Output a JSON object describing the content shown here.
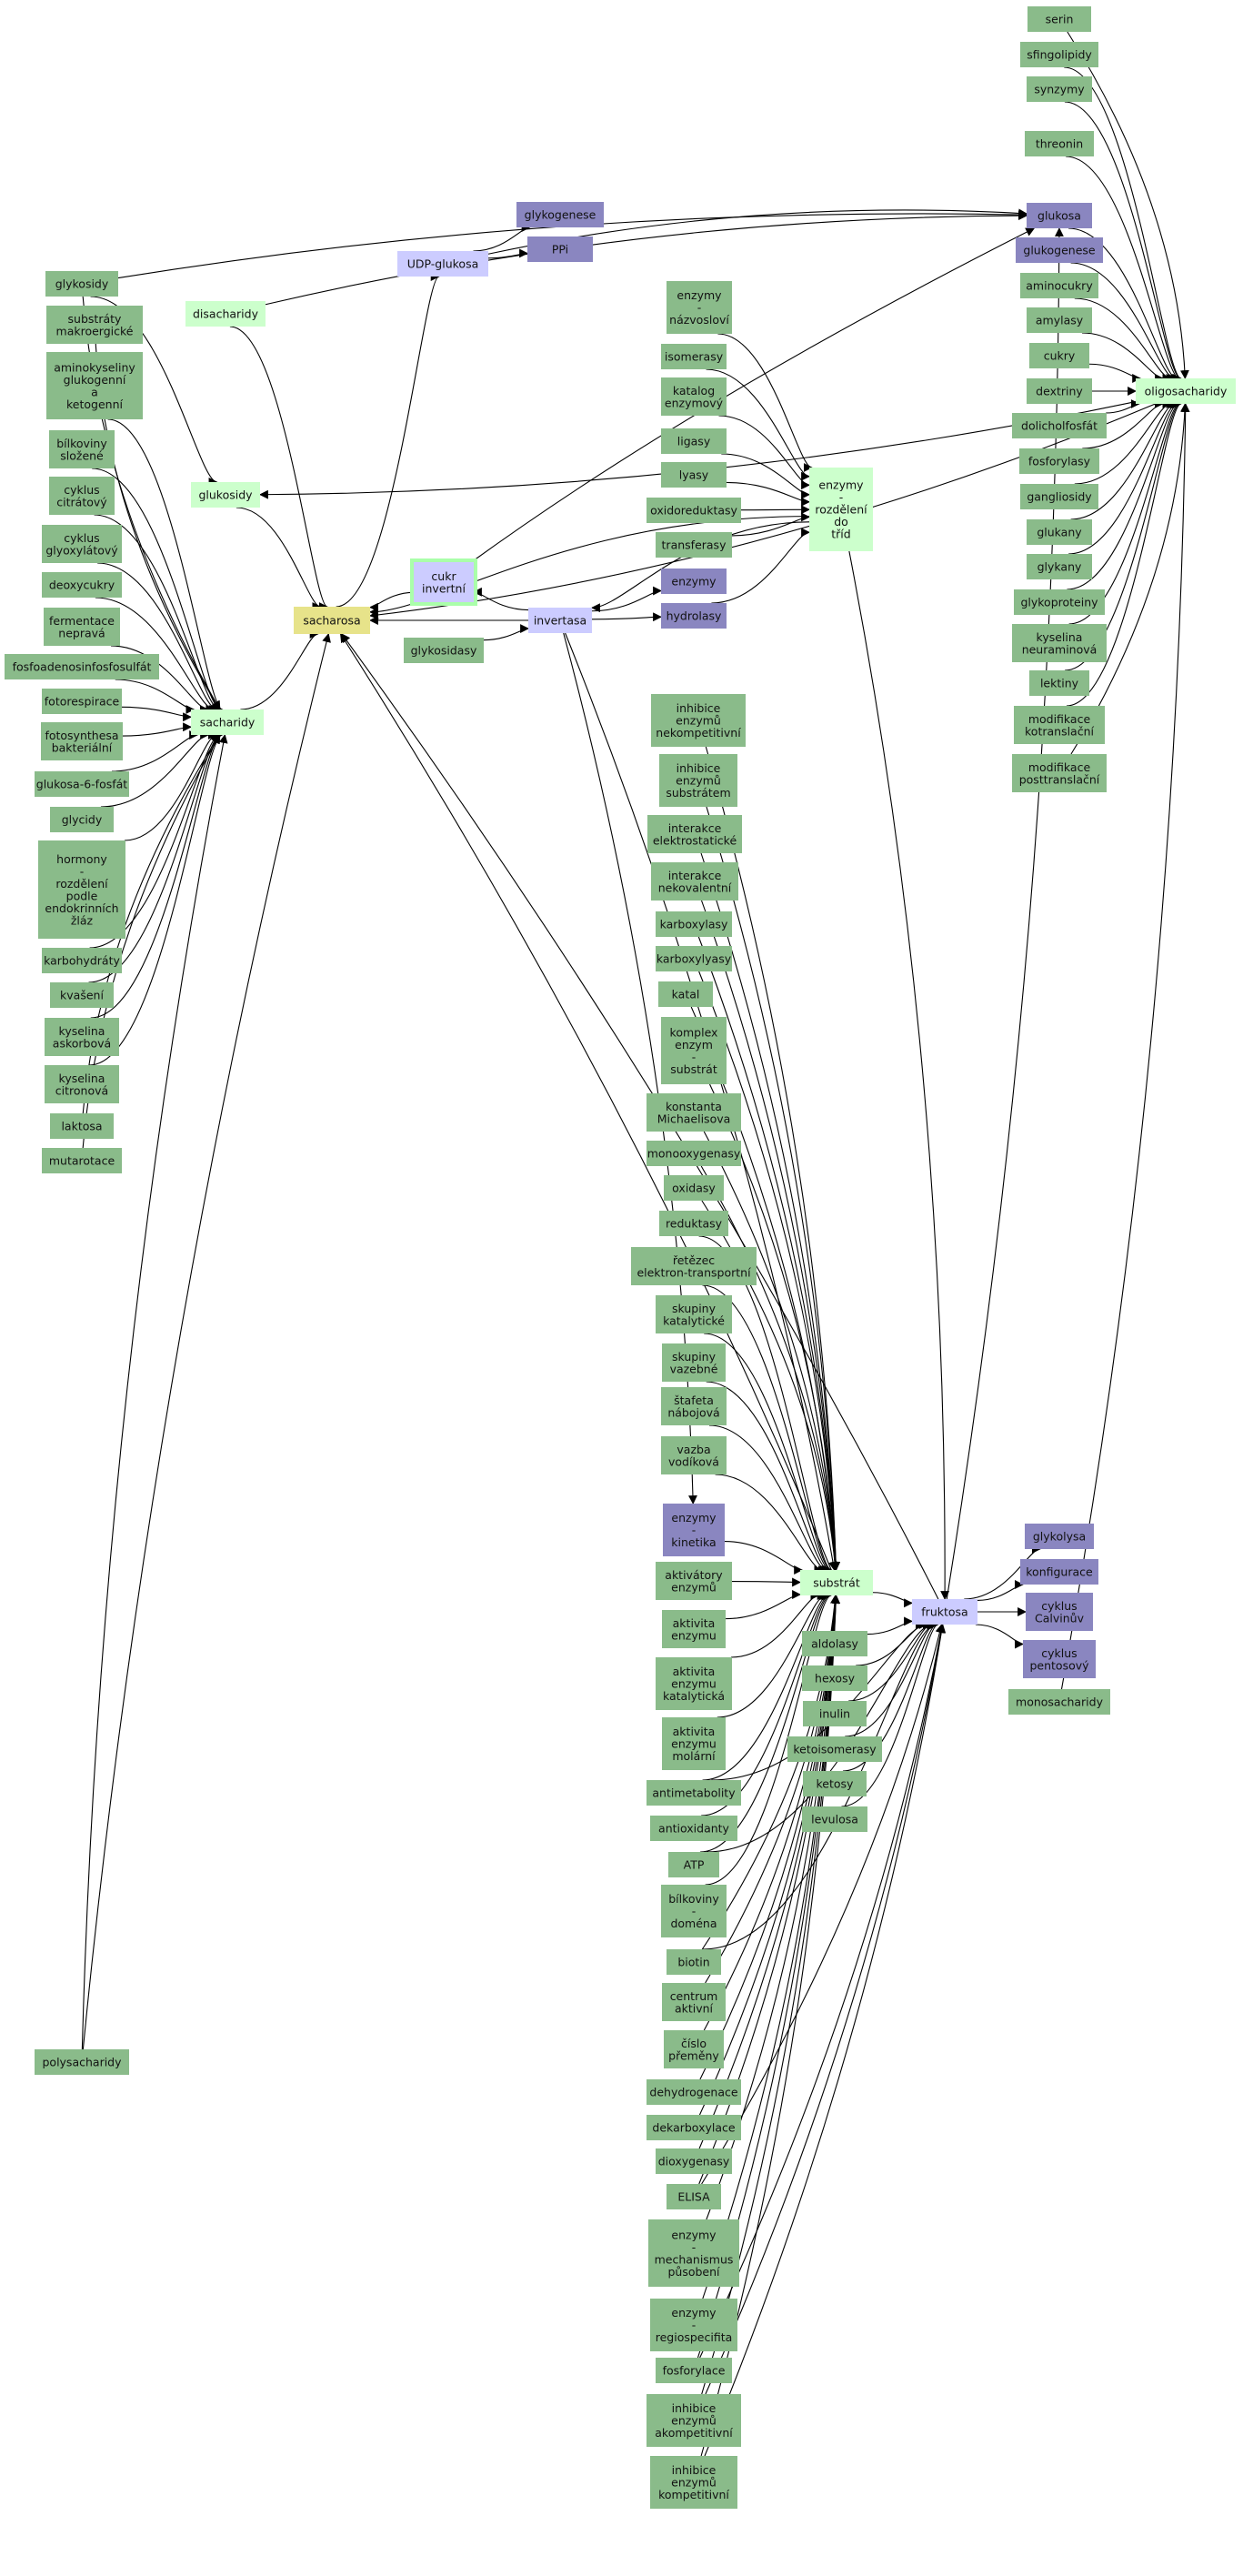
{
  "colors": {
    "term": "#8abb8a",
    "hub": "#ccffcc",
    "focus": "#e7e38a",
    "selected": "#8a86c0",
    "enzyme": "#ccccff",
    "enzyme_border": "#aaffaa",
    "edge": "#000000"
  },
  "nodes": {
    "glykosidy": {
      "text": "glykosidy",
      "kind": "term"
    },
    "substraty_makroergicke": {
      "text": "substráty\nmakroergické",
      "kind": "term"
    },
    "aminokyseliny": {
      "text": "aminokyseliny\nglukogenní\na\nketogenní",
      "kind": "term"
    },
    "bilkoviny_slozene": {
      "text": "bílkoviny\nsložené",
      "kind": "term"
    },
    "cyklus_citratovy": {
      "text": "cyklus\ncitrátový",
      "kind": "term"
    },
    "cyklus_glyoxylatovy": {
      "text": "cyklus\nglyoxylátový",
      "kind": "term"
    },
    "deoxycukry": {
      "text": "deoxycukry",
      "kind": "term"
    },
    "fermentace": {
      "text": "fermentace\nnepravá",
      "kind": "term"
    },
    "fosfoadenosin": {
      "text": "fosfoadenosinfosfosulfát",
      "kind": "term"
    },
    "fotorespirace": {
      "text": "fotorespirace",
      "kind": "term"
    },
    "fotosynthesa": {
      "text": "fotosynthesa\nbakteriální",
      "kind": "term"
    },
    "glukosa6fosfat": {
      "text": "glukosa-6-fosfát",
      "kind": "term"
    },
    "glycidy": {
      "text": "glycidy",
      "kind": "term"
    },
    "hormony": {
      "text": "hormony\n-\nrozdělení\npodle\nendokrinních\nžláz",
      "kind": "term"
    },
    "karbohydraty": {
      "text": "karbohydráty",
      "kind": "term"
    },
    "kvaseni": {
      "text": "kvašení",
      "kind": "term"
    },
    "kyselina_askorbova": {
      "text": "kyselina\naskorbová",
      "kind": "term"
    },
    "kyselina_citronova": {
      "text": "kyselina\ncitronová",
      "kind": "term"
    },
    "laktosa": {
      "text": "laktosa",
      "kind": "term"
    },
    "mutarotace": {
      "text": "mutarotace",
      "kind": "term"
    },
    "polysacharidy": {
      "text": "polysacharidy",
      "kind": "term"
    },
    "disacharidy": {
      "text": "disacharidy",
      "kind": "hub"
    },
    "glukosidy": {
      "text": "glukosidy",
      "kind": "hub"
    },
    "sacharidy": {
      "text": "sacharidy",
      "kind": "hub"
    },
    "sacharosa": {
      "text": "sacharosa",
      "kind": "focus"
    },
    "udp_glukosa": {
      "text": "UDP-glukosa",
      "kind": "enzyme"
    },
    "glykogenese_top": {
      "text": "glykogenese",
      "kind": "selected"
    },
    "ppi": {
      "text": "PPi",
      "kind": "selected"
    },
    "cukr_invertni": {
      "text": "cukr\ninvertní",
      "kind": "enzyme"
    },
    "glykosidasy": {
      "text": "glykosidasy",
      "kind": "term"
    },
    "invertasa": {
      "text": "invertasa",
      "kind": "enzyme"
    },
    "enzymy_nazvoslovi": {
      "text": "enzymy\n-\nnázvosloví",
      "kind": "term"
    },
    "isomerasy": {
      "text": "isomerasy",
      "kind": "term"
    },
    "katalog": {
      "text": "katalog\nenzymový",
      "kind": "term"
    },
    "ligasy": {
      "text": "ligasy",
      "kind": "term"
    },
    "lyasy": {
      "text": "lyasy",
      "kind": "term"
    },
    "oxidoreduktasy": {
      "text": "oxidoreduktasy",
      "kind": "term"
    },
    "transferasy": {
      "text": "transferasy",
      "kind": "term"
    },
    "enzymy_rozdeleni": {
      "text": "enzymy\n-\nrozdělení\ndo\ntříd",
      "kind": "hub"
    },
    "enzymy_sel": {
      "text": "enzymy",
      "kind": "selected"
    },
    "hydrolasy": {
      "text": "hydrolasy",
      "kind": "selected"
    },
    "inhibice_nekomp": {
      "text": "inhibice\nenzymů\nnekompetitivní",
      "kind": "term"
    },
    "inhibice_substratem": {
      "text": "inhibice\nenzymů\nsubstrátem",
      "kind": "term"
    },
    "interakce_elektro": {
      "text": "interakce\nelektrostatické",
      "kind": "term"
    },
    "interakce_nekov": {
      "text": "interakce\nnekovalentní",
      "kind": "term"
    },
    "karboxylasy": {
      "text": "karboxylasy",
      "kind": "term"
    },
    "karboxylyasy": {
      "text": "karboxylyasy",
      "kind": "term"
    },
    "katal": {
      "text": "katal",
      "kind": "term"
    },
    "komplex": {
      "text": "komplex\nenzym\n-\nsubstrát",
      "kind": "term"
    },
    "konstanta": {
      "text": "konstanta\nMichaelisova",
      "kind": "term"
    },
    "monooxygenasy": {
      "text": "monooxygenasy",
      "kind": "term"
    },
    "oxidasy": {
      "text": "oxidasy",
      "kind": "term"
    },
    "reduktasy": {
      "text": "reduktasy",
      "kind": "term"
    },
    "retezec": {
      "text": "řetězec\nelektron-transportní",
      "kind": "term"
    },
    "skupiny_katal": {
      "text": "skupiny\nkatalytické",
      "kind": "term"
    },
    "skupiny_vazebne": {
      "text": "skupiny\nvazebné",
      "kind": "term"
    },
    "stafeta": {
      "text": "štafeta\nnábojová",
      "kind": "term"
    },
    "vazba_vodikova": {
      "text": "vazba\nvodíková",
      "kind": "term"
    },
    "enzymy_kinetika": {
      "text": "enzymy\n-\nkinetika",
      "kind": "selected"
    },
    "aktivatory": {
      "text": "aktivátory\nenzymů",
      "kind": "term"
    },
    "aktivita_enzymu": {
      "text": "aktivita\nenzymu",
      "kind": "term"
    },
    "aktivita_katal": {
      "text": "aktivita\nenzymu\nkatalytická",
      "kind": "term"
    },
    "aktivita_molarni": {
      "text": "aktivita\nenzymu\nmolární",
      "kind": "term"
    },
    "antimetabolity": {
      "text": "antimetabolity",
      "kind": "term"
    },
    "antioxidanty": {
      "text": "antioxidanty",
      "kind": "term"
    },
    "atp": {
      "text": "ATP",
      "kind": "term"
    },
    "bilkoviny_domena": {
      "text": "bílkoviny\n-\ndoména",
      "kind": "term"
    },
    "biotin": {
      "text": "biotin",
      "kind": "term"
    },
    "centrum": {
      "text": "centrum\naktivní",
      "kind": "term"
    },
    "cislo_premeny": {
      "text": "číslo\npřeměny",
      "kind": "term"
    },
    "dehydrogenace": {
      "text": "dehydrogenace",
      "kind": "term"
    },
    "dekarboxylace": {
      "text": "dekarboxylace",
      "kind": "term"
    },
    "dioxygenasy": {
      "text": "dioxygenasy",
      "kind": "term"
    },
    "elisa": {
      "text": "ELISA",
      "kind": "term"
    },
    "enzymy_mechanismus": {
      "text": "enzymy\n-\nmechanismus\npůsobení",
      "kind": "term"
    },
    "enzymy_regio": {
      "text": "enzymy\n-\nregiospecifita",
      "kind": "term"
    },
    "fosforylace": {
      "text": "fosforylace",
      "kind": "term"
    },
    "inhibice_akomp": {
      "text": "inhibice\nenzymů\nakompetitivní",
      "kind": "term"
    },
    "inhibice_komp": {
      "text": "inhibice\nenzymů\nkompetitivní",
      "kind": "term"
    },
    "substrat": {
      "text": "substrát",
      "kind": "hub"
    },
    "fruktosa": {
      "text": "fruktosa",
      "kind": "enzyme"
    },
    "aldolasy": {
      "text": "aldolasy",
      "kind": "term"
    },
    "hexosy": {
      "text": "hexosy",
      "kind": "term"
    },
    "inulin": {
      "text": "inulin",
      "kind": "term"
    },
    "ketoisomerasy": {
      "text": "ketoisomerasy",
      "kind": "term"
    },
    "ketosy": {
      "text": "ketosy",
      "kind": "term"
    },
    "levulosa": {
      "text": "levulosa",
      "kind": "term"
    },
    "glykolysa": {
      "text": "glykolysa",
      "kind": "selected"
    },
    "konfigurace": {
      "text": "konfigurace",
      "kind": "selected"
    },
    "cyklus_calvinuv": {
      "text": "cyklus\nCalvinův",
      "kind": "selected"
    },
    "cyklus_pentosovy": {
      "text": "cyklus\npentosový",
      "kind": "selected"
    },
    "monosacharidy": {
      "text": "monosacharidy",
      "kind": "term"
    },
    "serin": {
      "text": "serin",
      "kind": "term"
    },
    "sfingolipidy": {
      "text": "sfingolipidy",
      "kind": "term"
    },
    "synzymy": {
      "text": "synzymy",
      "kind": "term"
    },
    "threonin": {
      "text": "threonin",
      "kind": "term"
    },
    "glukosa": {
      "text": "glukosa",
      "kind": "selected"
    },
    "glukogenese": {
      "text": "glukogenese",
      "kind": "selected"
    },
    "aminocukry": {
      "text": "aminocukry",
      "kind": "term"
    },
    "amylasy": {
      "text": "amylasy",
      "kind": "term"
    },
    "cukry": {
      "text": "cukry",
      "kind": "term"
    },
    "dextriny": {
      "text": "dextriny",
      "kind": "term"
    },
    "dolicholfosfat": {
      "text": "dolicholfosfát",
      "kind": "term"
    },
    "fosforylasy": {
      "text": "fosforylasy",
      "kind": "term"
    },
    "gangliosidy": {
      "text": "gangliosidy",
      "kind": "term"
    },
    "glukany": {
      "text": "glukany",
      "kind": "term"
    },
    "glykany": {
      "text": "glykany",
      "kind": "term"
    },
    "glykoproteiny": {
      "text": "glykoproteiny",
      "kind": "term"
    },
    "kyselina_neuraminova": {
      "text": "kyselina\nneuraminová",
      "kind": "term"
    },
    "lektiny": {
      "text": "lektiny",
      "kind": "term"
    },
    "modifikace_kotrans": {
      "text": "modifikace\nkotranslační",
      "kind": "term"
    },
    "modifikace_posttrans": {
      "text": "modifikace\nposttranslační",
      "kind": "term"
    },
    "oligosacharidy": {
      "text": "oligosacharidy",
      "kind": "hub"
    }
  },
  "edges": [
    [
      "glykosidy",
      "sacharidy"
    ],
    [
      "glykosidy",
      "glukosidy"
    ],
    [
      "glykosidy",
      "glukosa"
    ],
    [
      "substraty_makroergicke",
      "sacharidy"
    ],
    [
      "aminokyseliny",
      "sacharidy"
    ],
    [
      "bilkoviny_slozene",
      "sacharidy"
    ],
    [
      "cyklus_citratovy",
      "sacharidy"
    ],
    [
      "cyklus_glyoxylatovy",
      "sacharidy"
    ],
    [
      "deoxycukry",
      "sacharidy"
    ],
    [
      "fermentace",
      "sacharidy"
    ],
    [
      "fosfoadenosin",
      "sacharidy"
    ],
    [
      "fotorespirace",
      "sacharidy"
    ],
    [
      "fotosynthesa",
      "sacharidy"
    ],
    [
      "glukosa6fosfat",
      "sacharidy"
    ],
    [
      "glycidy",
      "sacharidy"
    ],
    [
      "hormony",
      "sacharidy"
    ],
    [
      "karbohydraty",
      "sacharidy"
    ],
    [
      "kvaseni",
      "sacharidy"
    ],
    [
      "kyselina_askorbova",
      "sacharidy"
    ],
    [
      "kyselina_citronova",
      "sacharidy"
    ],
    [
      "laktosa",
      "sacharidy"
    ],
    [
      "mutarotace",
      "sacharidy"
    ],
    [
      "polysacharidy",
      "sacharidy"
    ],
    [
      "polysacharidy",
      "sacharosa"
    ],
    [
      "sacharidy",
      "sacharosa"
    ],
    [
      "disacharidy",
      "sacharosa"
    ],
    [
      "disacharidy",
      "glukosa"
    ],
    [
      "glukosidy",
      "sacharosa"
    ],
    [
      "sacharosa",
      "udp_glukosa"
    ],
    [
      "udp_glukosa",
      "glykogenese_top"
    ],
    [
      "udp_glukosa",
      "ppi"
    ],
    [
      "udp_glukosa",
      "glukosa"
    ],
    [
      "cukr_invertni",
      "sacharosa"
    ],
    [
      "cukr_invertni",
      "glukosa"
    ],
    [
      "invertasa",
      "sacharosa"
    ],
    [
      "invertasa",
      "cukr_invertni"
    ],
    [
      "glykosidasy",
      "invertasa"
    ],
    [
      "invertasa",
      "enzymy_sel"
    ],
    [
      "invertasa",
      "hydrolasy"
    ],
    [
      "invertasa",
      "enzymy_kinetika"
    ],
    [
      "invertasa",
      "substrat"
    ],
    [
      "hydrolasy",
      "enzymy_rozdeleni"
    ],
    [
      "enzymy_rozdeleni",
      "invertasa"
    ],
    [
      "enzymy_rozdeleni",
      "sacharosa"
    ],
    [
      "enzymy_rozdeleni",
      "fruktosa"
    ],
    [
      "enzymy_nazvoslovi",
      "enzymy_rozdeleni"
    ],
    [
      "isomerasy",
      "enzymy_rozdeleni"
    ],
    [
      "katalog",
      "enzymy_rozdeleni"
    ],
    [
      "ligasy",
      "enzymy_rozdeleni"
    ],
    [
      "lyasy",
      "enzymy_rozdeleni"
    ],
    [
      "oxidoreduktasy",
      "enzymy_rozdeleni"
    ],
    [
      "transferasy",
      "enzymy_rozdeleni"
    ],
    [
      "inhibice_nekomp",
      "substrat"
    ],
    [
      "inhibice_substratem",
      "substrat"
    ],
    [
      "interakce_elektro",
      "substrat"
    ],
    [
      "interakce_nekov",
      "substrat"
    ],
    [
      "karboxylasy",
      "substrat"
    ],
    [
      "karboxylyasy",
      "substrat"
    ],
    [
      "katal",
      "substrat"
    ],
    [
      "komplex",
      "substrat"
    ],
    [
      "konstanta",
      "substrat"
    ],
    [
      "monooxygenasy",
      "substrat"
    ],
    [
      "oxidasy",
      "substrat"
    ],
    [
      "reduktasy",
      "substrat"
    ],
    [
      "retezec",
      "substrat"
    ],
    [
      "skupiny_katal",
      "substrat"
    ],
    [
      "skupiny_vazebne",
      "substrat"
    ],
    [
      "stafeta",
      "substrat"
    ],
    [
      "vazba_vodikova",
      "substrat"
    ],
    [
      "enzymy_kinetika",
      "substrat"
    ],
    [
      "aktivatory",
      "substrat"
    ],
    [
      "aktivita_enzymu",
      "substrat"
    ],
    [
      "aktivita_katal",
      "substrat"
    ],
    [
      "aktivita_molarni",
      "substrat"
    ],
    [
      "antimetabolity",
      "substrat"
    ],
    [
      "antioxidanty",
      "substrat"
    ],
    [
      "atp",
      "substrat"
    ],
    [
      "bilkoviny_domena",
      "substrat"
    ],
    [
      "biotin",
      "substrat"
    ],
    [
      "centrum",
      "substrat"
    ],
    [
      "cislo_premeny",
      "substrat"
    ],
    [
      "dehydrogenace",
      "substrat"
    ],
    [
      "dekarboxylace",
      "substrat"
    ],
    [
      "dioxygenasy",
      "substrat"
    ],
    [
      "elisa",
      "substrat"
    ],
    [
      "enzymy_mechanismus",
      "substrat"
    ],
    [
      "enzymy_regio",
      "substrat"
    ],
    [
      "fosforylace",
      "substrat"
    ],
    [
      "inhibice_akomp",
      "substrat"
    ],
    [
      "inhibice_komp",
      "substrat"
    ],
    [
      "substrat",
      "fruktosa"
    ],
    [
      "substrat",
      "sacharosa"
    ],
    [
      "antimetabolity",
      "fruktosa"
    ],
    [
      "atp",
      "fruktosa"
    ],
    [
      "biotin",
      "fruktosa"
    ],
    [
      "elisa",
      "fruktosa"
    ],
    [
      "inhibice_komp",
      "fruktosa"
    ],
    [
      "inhibice_akomp",
      "fruktosa"
    ],
    [
      "fosforylace",
      "fruktosa"
    ],
    [
      "aldolasy",
      "fruktosa"
    ],
    [
      "hexosy",
      "fruktosa"
    ],
    [
      "inulin",
      "fruktosa"
    ],
    [
      "ketoisomerasy",
      "fruktosa"
    ],
    [
      "ketosy",
      "fruktosa"
    ],
    [
      "levulosa",
      "fruktosa"
    ],
    [
      "fruktosa",
      "glykolysa"
    ],
    [
      "fruktosa",
      "konfigurace"
    ],
    [
      "fruktosa",
      "cyklus_calvinuv"
    ],
    [
      "fruktosa",
      "cyklus_pentosovy"
    ],
    [
      "fruktosa",
      "glukosa"
    ],
    [
      "fruktosa",
      "sacharosa"
    ],
    [
      "monosacharidy",
      "oligosacharidy"
    ],
    [
      "serin",
      "oligosacharidy"
    ],
    [
      "sfingolipidy",
      "oligosacharidy"
    ],
    [
      "synzymy",
      "oligosacharidy"
    ],
    [
      "threonin",
      "oligosacharidy"
    ],
    [
      "glukosa",
      "oligosacharidy"
    ],
    [
      "glukogenese",
      "oligosacharidy"
    ],
    [
      "aminocukry",
      "oligosacharidy"
    ],
    [
      "amylasy",
      "oligosacharidy"
    ],
    [
      "cukry",
      "oligosacharidy"
    ],
    [
      "dextriny",
      "oligosacharidy"
    ],
    [
      "dolicholfosfat",
      "oligosacharidy"
    ],
    [
      "fosforylasy",
      "oligosacharidy"
    ],
    [
      "gangliosidy",
      "oligosacharidy"
    ],
    [
      "glukany",
      "oligosacharidy"
    ],
    [
      "glykany",
      "oligosacharidy"
    ],
    [
      "glykoproteiny",
      "oligosacharidy"
    ],
    [
      "kyselina_neuraminova",
      "oligosacharidy"
    ],
    [
      "lektiny",
      "oligosacharidy"
    ],
    [
      "modifikace_kotrans",
      "oligosacharidy"
    ],
    [
      "modifikace_posttrans",
      "oligosacharidy"
    ],
    [
      "oligosacharidy",
      "sacharosa"
    ],
    [
      "oligosacharidy",
      "glukosidy"
    ]
  ]
}
